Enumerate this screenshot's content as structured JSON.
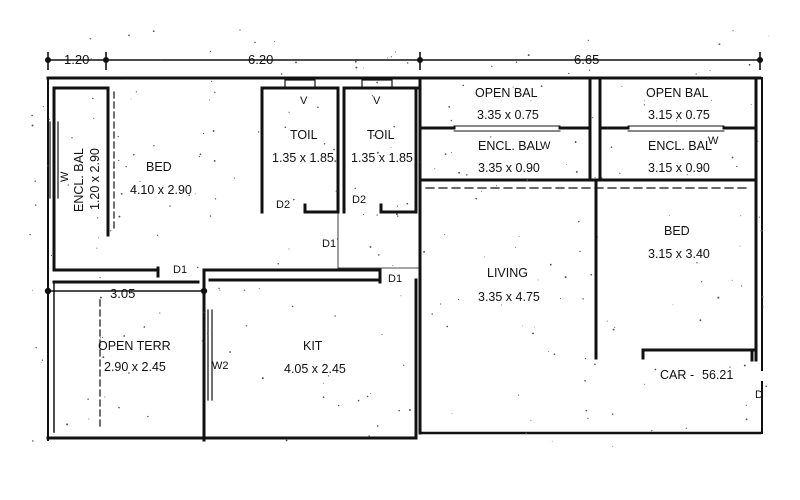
{
  "colors": {
    "wall": "#111111",
    "paper": "#ffffff"
  },
  "dimensions": {
    "top_left": "1.20",
    "top_middle": "6.20",
    "top_right": "6.65",
    "terrace_width": "3.05"
  },
  "rooms": {
    "encl_bal_left": {
      "name": "ENCL. BAL",
      "size": "1.20 x 2.90"
    },
    "bed_left": {
      "name": "BED",
      "size": "4.10 x 2.90"
    },
    "toil_1": {
      "name": "TOIL",
      "size": "1.35 x 1.85"
    },
    "toil_2": {
      "name": "TOIL",
      "size": "1.35 x 1.85"
    },
    "open_bal_1": {
      "name": "OPEN BAL",
      "size": "3.35 x 0.75"
    },
    "open_bal_2": {
      "name": "OPEN BAL",
      "size": "3.15 x 0.75"
    },
    "encl_bal_1": {
      "name": "ENCL. BAL",
      "size": "3.35 x 0.90"
    },
    "encl_bal_2": {
      "name": "ENCL. BAL",
      "size": "3.15 x 0.90"
    },
    "bed_right": {
      "name": "BED",
      "size": "3.15 x 3.40"
    },
    "living": {
      "name": "LIVING",
      "size": "3.35 x 4.75"
    },
    "open_terr": {
      "name": "OPEN TERR",
      "size": "2.90 x 2.45"
    },
    "kit": {
      "name": "KIT",
      "size": "4.05 x 2.45"
    },
    "car": {
      "name": "CAR",
      "value": "56.21"
    }
  },
  "tags": {
    "w_encl_left": "W",
    "v_toil_1": "V",
    "v_toil_2": "V",
    "d2_toil_1": "D2",
    "d2_toil_2": "D2",
    "d1_bed": "D1",
    "d1_center": "D1",
    "d1_kit": "D1",
    "w_encl_1": "W",
    "w_encl_2": "W",
    "w2_kit": "W2",
    "d_car": "D"
  }
}
